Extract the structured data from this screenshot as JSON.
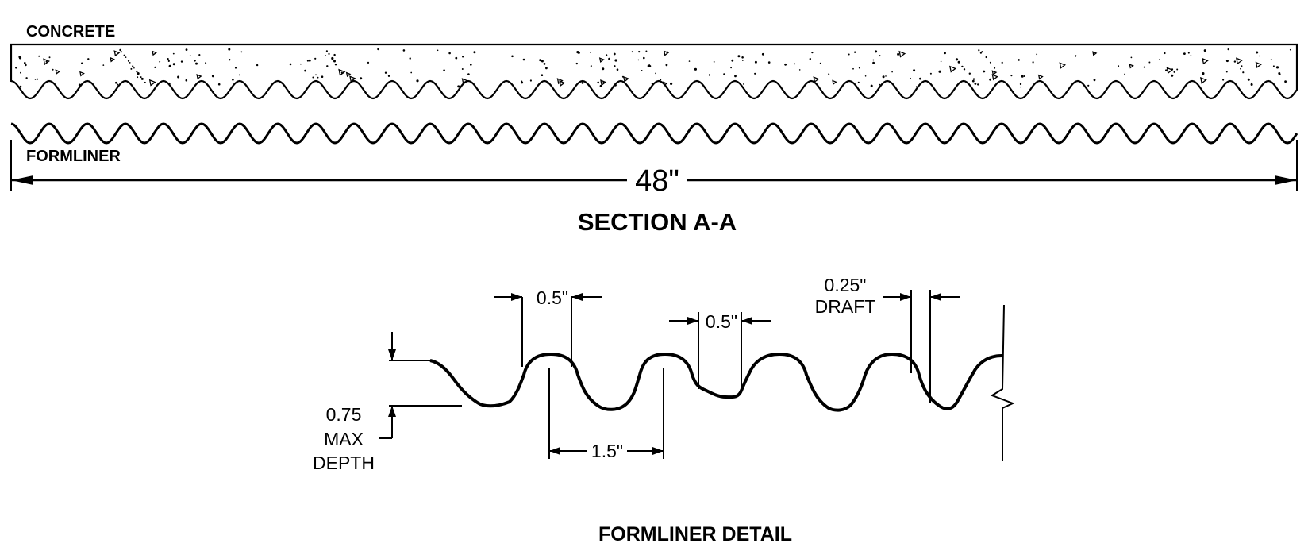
{
  "section": {
    "concrete_label": "CONCRETE",
    "formliner_label": "FORMLINER",
    "width_dimension": "48\"",
    "title": "SECTION A-A"
  },
  "detail": {
    "top_width_left": "0.5\"",
    "bottom_width": "0.5\"",
    "draft_value": "0.25\"",
    "draft_label": "DRAFT",
    "pitch": "1.5\"",
    "depth_line1": "0.75",
    "depth_line2": "MAX",
    "depth_line3": "DEPTH",
    "title": "FORMLINER DETAIL"
  },
  "colors": {
    "line": "#000000",
    "background": "#ffffff"
  }
}
